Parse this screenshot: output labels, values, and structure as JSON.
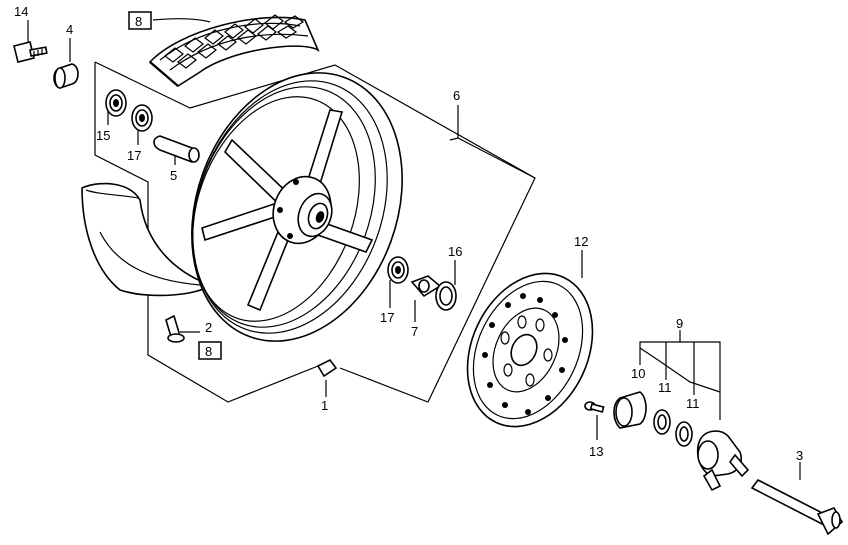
{
  "diagram": {
    "callouts": [
      {
        "id": "c14",
        "text": "14"
      },
      {
        "id": "c4",
        "text": "4"
      },
      {
        "id": "c8a",
        "text": "8"
      },
      {
        "id": "c15",
        "text": "15"
      },
      {
        "id": "c17a",
        "text": "17"
      },
      {
        "id": "c5",
        "text": "5"
      },
      {
        "id": "c6",
        "text": "6"
      },
      {
        "id": "c2",
        "text": "2"
      },
      {
        "id": "c8b",
        "text": "8"
      },
      {
        "id": "c1",
        "text": "1"
      },
      {
        "id": "c16",
        "text": "16"
      },
      {
        "id": "c17b",
        "text": "17"
      },
      {
        "id": "c7",
        "text": "7"
      },
      {
        "id": "c12",
        "text": "12"
      },
      {
        "id": "c9",
        "text": "9"
      },
      {
        "id": "c10",
        "text": "10"
      },
      {
        "id": "c11a",
        "text": "11"
      },
      {
        "id": "c11b",
        "text": "11"
      },
      {
        "id": "c13",
        "text": "13"
      },
      {
        "id": "c3",
        "text": "3"
      }
    ]
  }
}
